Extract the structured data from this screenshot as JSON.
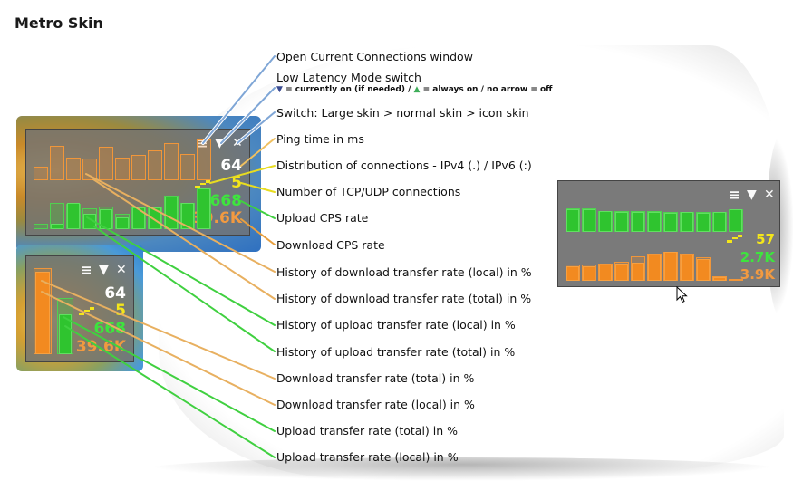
{
  "page": {
    "title": "Metro Skin"
  },
  "annotations": [
    "Open Current Connections window",
    "Low Latency Mode switch",
    "Switch: Large skin > normal skin > icon skin",
    "Ping time in ms",
    "Distribution of connections - IPv4 (.) / IPv6 (:)",
    "Number of TCP/UDP connections",
    "Upload CPS rate",
    "Download CPS rate",
    "History of download transfer rate (local) in %",
    "History of download transfer rate (total) in %",
    "History of upload transfer rate (local) in %",
    "History of upload transfer rate (total) in %",
    "Download transfer rate (total) in %",
    "Download transfer rate (local) in %",
    "Upload transfer rate (total) in %",
    "Upload transfer rate (local) in %"
  ],
  "legend_note": {
    "part1": "= currently on (if needed) /",
    "part2": "= always on / no arrow = off"
  },
  "controls": {
    "menu": "≡",
    "latency": "▼",
    "close": "✕"
  },
  "colors": {
    "download": "#f28a20",
    "upload": "#2fc42f",
    "ping": "#ffffff",
    "connections": "#f4e61a"
  },
  "skin_large": {
    "ping": "64",
    "connections": "5",
    "upload_cps": "668",
    "download_cps": "39.6K",
    "dl_history_local": [
      0.0,
      0.0,
      0.0,
      0.0,
      0.0,
      0.0,
      0.0,
      0.0,
      0.0,
      0.0,
      0.0
    ],
    "dl_history_total": [
      0.33,
      0.82,
      0.55,
      0.52,
      0.8,
      0.55,
      0.6,
      0.72,
      0.9,
      0.62,
      0.98
    ],
    "ul_history_local": [
      0.0,
      0.12,
      0.62,
      0.38,
      0.48,
      0.28,
      0.52,
      0.52,
      0.78,
      0.62,
      0.98
    ],
    "ul_history_total": [
      0.12,
      0.62,
      0.6,
      0.5,
      0.55,
      0.38,
      0.52,
      0.52,
      0.8,
      0.62,
      0.98
    ]
  },
  "skin_normal": {
    "ping": "64",
    "connections": "5",
    "upload_cps": "668",
    "download_cps": "39.6K",
    "download_total": 0.97,
    "download_local": 0.93,
    "upload_total": 0.63,
    "upload_local": 0.45
  },
  "skin_right": {
    "connections": "57",
    "upload_cps": "2.7K",
    "download_cps": "3.9K",
    "ul_history_local": [
      0.95,
      0.95,
      0.9,
      0.85,
      0.85,
      0.85,
      0.8,
      0.85,
      0.8,
      0.85,
      0.95
    ],
    "ul_history_total": [
      1.0,
      1.0,
      0.9,
      0.9,
      0.9,
      0.9,
      0.85,
      0.85,
      0.85,
      0.85,
      0.95
    ],
    "dl_history_local": [
      0.5,
      0.5,
      0.55,
      0.6,
      0.62,
      0.9,
      1.0,
      0.9,
      0.75,
      0.12,
      0.0
    ],
    "dl_history_total": [
      0.55,
      0.55,
      0.6,
      0.65,
      0.85,
      0.95,
      1.0,
      0.95,
      0.8,
      0.15,
      0.05
    ]
  }
}
